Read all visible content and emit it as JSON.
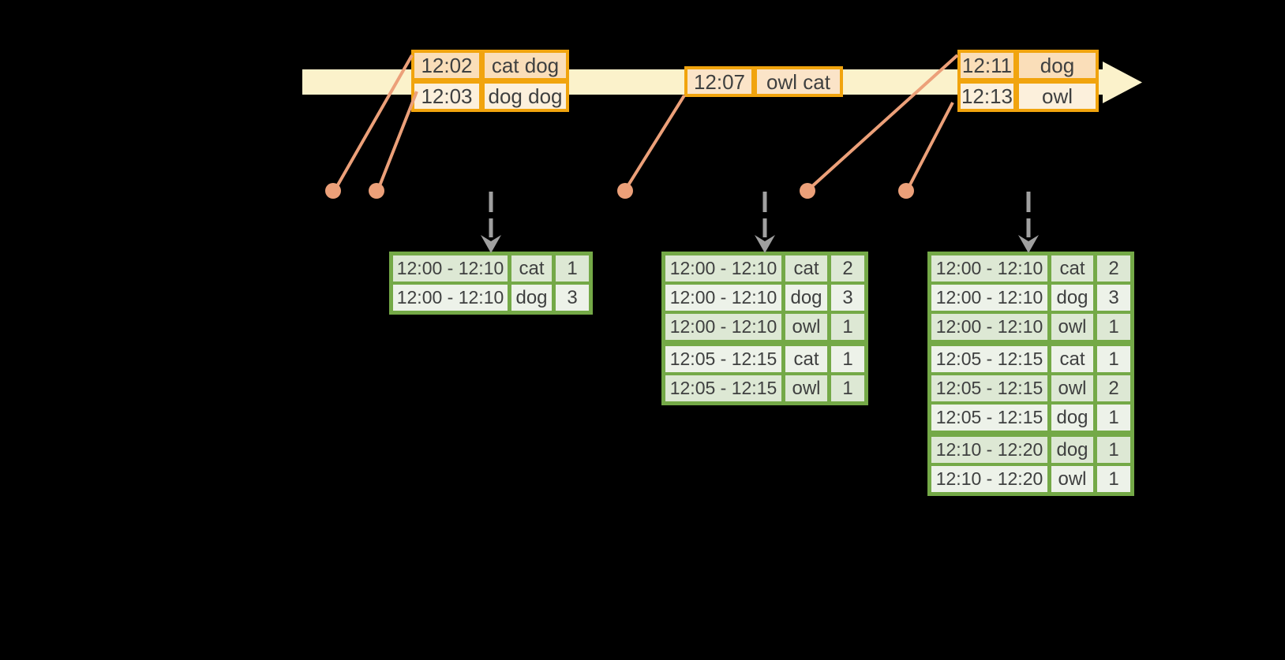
{
  "colors": {
    "background": "#000000",
    "timeline_fill": "#FBF2CB",
    "event_border": "#F1A40E",
    "event_row_dark": "#FADEB9",
    "event_row_light": "#FCF0DC",
    "event_row_mid": "#FBE4C8",
    "connector": "#ECA079",
    "trigger_arrow": "#A0A0A0",
    "result_border": "#74A947",
    "result_row_dark": "#DDE8D4",
    "result_row_light": "#EDF2E9",
    "text": "#3F4040"
  },
  "timeline": {
    "event_tables": [
      {
        "rows": [
          {
            "time": "12:02",
            "words": "cat dog"
          },
          {
            "time": "12:03",
            "words": "dog dog"
          }
        ]
      },
      {
        "rows": [
          {
            "time": "12:07",
            "words": "owl cat"
          }
        ]
      },
      {
        "rows": [
          {
            "time": "12:11",
            "words": "dog"
          },
          {
            "time": "12:13",
            "words": "owl"
          }
        ]
      }
    ]
  },
  "result_tables": [
    {
      "rows": [
        {
          "window": "12:00 - 12:10",
          "word": "cat",
          "count": "1"
        },
        {
          "window": "12:00 - 12:10",
          "word": "dog",
          "count": "3"
        }
      ]
    },
    {
      "rows": [
        {
          "window": "12:00 - 12:10",
          "word": "cat",
          "count": "2"
        },
        {
          "window": "12:00 - 12:10",
          "word": "dog",
          "count": "3"
        },
        {
          "window": "12:00 - 12:10",
          "word": "owl",
          "count": "1"
        },
        {
          "window": "12:05 - 12:15",
          "word": "cat",
          "count": "1"
        },
        {
          "window": "12:05 - 12:15",
          "word": "owl",
          "count": "1"
        }
      ]
    },
    {
      "rows": [
        {
          "window": "12:00 - 12:10",
          "word": "cat",
          "count": "2"
        },
        {
          "window": "12:00 - 12:10",
          "word": "dog",
          "count": "3"
        },
        {
          "window": "12:00 - 12:10",
          "word": "owl",
          "count": "1"
        },
        {
          "window": "12:05 - 12:15",
          "word": "cat",
          "count": "1"
        },
        {
          "window": "12:05 - 12:15",
          "word": "owl",
          "count": "2"
        },
        {
          "window": "12:05 - 12:15",
          "word": "dog",
          "count": "1"
        },
        {
          "window": "12:10 - 12:20",
          "word": "dog",
          "count": "1"
        },
        {
          "window": "12:10 - 12:20",
          "word": "owl",
          "count": "1"
        }
      ]
    }
  ]
}
